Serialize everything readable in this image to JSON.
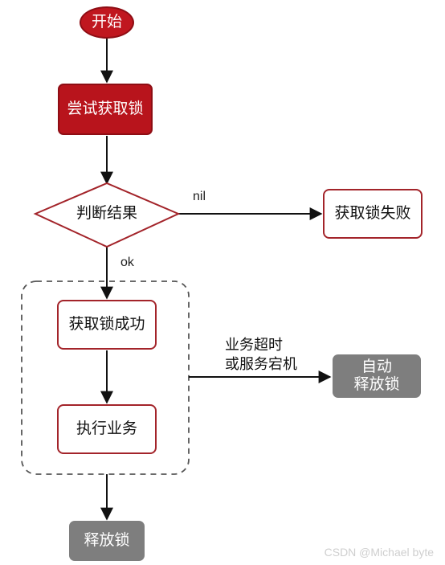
{
  "flow": {
    "start": "开始",
    "try_lock": "尝试获取锁",
    "judge": "判断结果",
    "fail": "获取锁失败",
    "success": "获取锁成功",
    "business": "执行业务",
    "release": "释放锁",
    "auto_release_line1": "自动",
    "auto_release_line2": "释放锁"
  },
  "edges": {
    "nil": "nil",
    "ok": "ok",
    "timeout_line1": "业务超时",
    "timeout_line2": "或服务宕机"
  },
  "watermark": "CSDN @Michael byte",
  "colors": {
    "red": "#b8141c",
    "outline": "#a3242a",
    "grey": "#7e7e7e"
  }
}
